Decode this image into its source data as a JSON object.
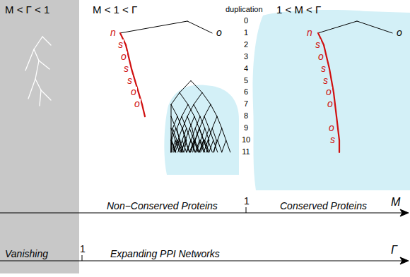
{
  "diagram": {
    "labels": [
      "M < Γ < 1",
      "M < 1 < Γ",
      "1 < M < Γ",
      "duplication",
      "0",
      "1",
      "2",
      "3",
      "4",
      "5",
      "6",
      "7",
      "8",
      "9",
      "10",
      "11",
      "n",
      "o",
      "s",
      "o",
      "s",
      "s",
      "o",
      "o",
      "n",
      "o",
      "s",
      "o",
      "s",
      "s",
      "o",
      "o",
      "o",
      "s",
      "Non−Conserved Proteins",
      "1",
      "Conserved Proteins",
      "M",
      "Vanishing",
      "1",
      "Expanding PPI Networks",
      "Γ"
    ]
  }
}
